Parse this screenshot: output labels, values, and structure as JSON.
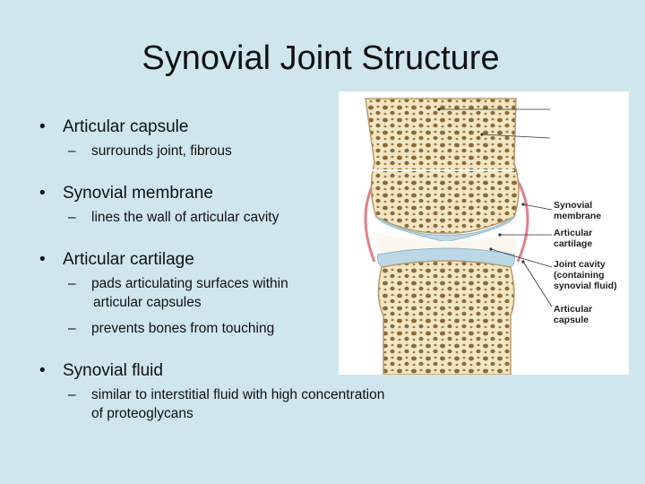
{
  "slide": {
    "title": "Synovial Joint Structure",
    "bullet_marker": "•",
    "sub_marker": "–",
    "bullets": [
      {
        "text": "Articular capsule",
        "subs": [
          [
            "surrounds joint, fibrous"
          ]
        ]
      },
      {
        "text": "Synovial membrane",
        "subs": [
          [
            "lines the wall of articular cavity"
          ]
        ]
      },
      {
        "text": "Articular cartilage",
        "subs": [
          [
            "pads articulating surfaces within",
            "articular capsules"
          ],
          [
            "prevents bones from touching"
          ]
        ]
      },
      {
        "text": "Synovial fluid",
        "subs": [
          [
            "similar to interstitial fluid with high concentration",
            "of proteoglycans"
          ]
        ]
      }
    ]
  },
  "figure": {
    "labels": {
      "synovial_membrane": [
        "Synovial",
        "membrane"
      ],
      "articular_cartilage": [
        "Articular",
        "cartilage"
      ],
      "joint_cavity": [
        "Joint cavity",
        "(containing",
        "synovial fluid)"
      ],
      "articular_capsule": [
        "Articular",
        "capsule"
      ]
    },
    "colors": {
      "background": "#cfe6ef",
      "bone": "#f3e6c2",
      "bone_pore": "#8a6a3a",
      "cartilage": "#bcd8e6",
      "membrane": "#e8a0a8"
    }
  }
}
